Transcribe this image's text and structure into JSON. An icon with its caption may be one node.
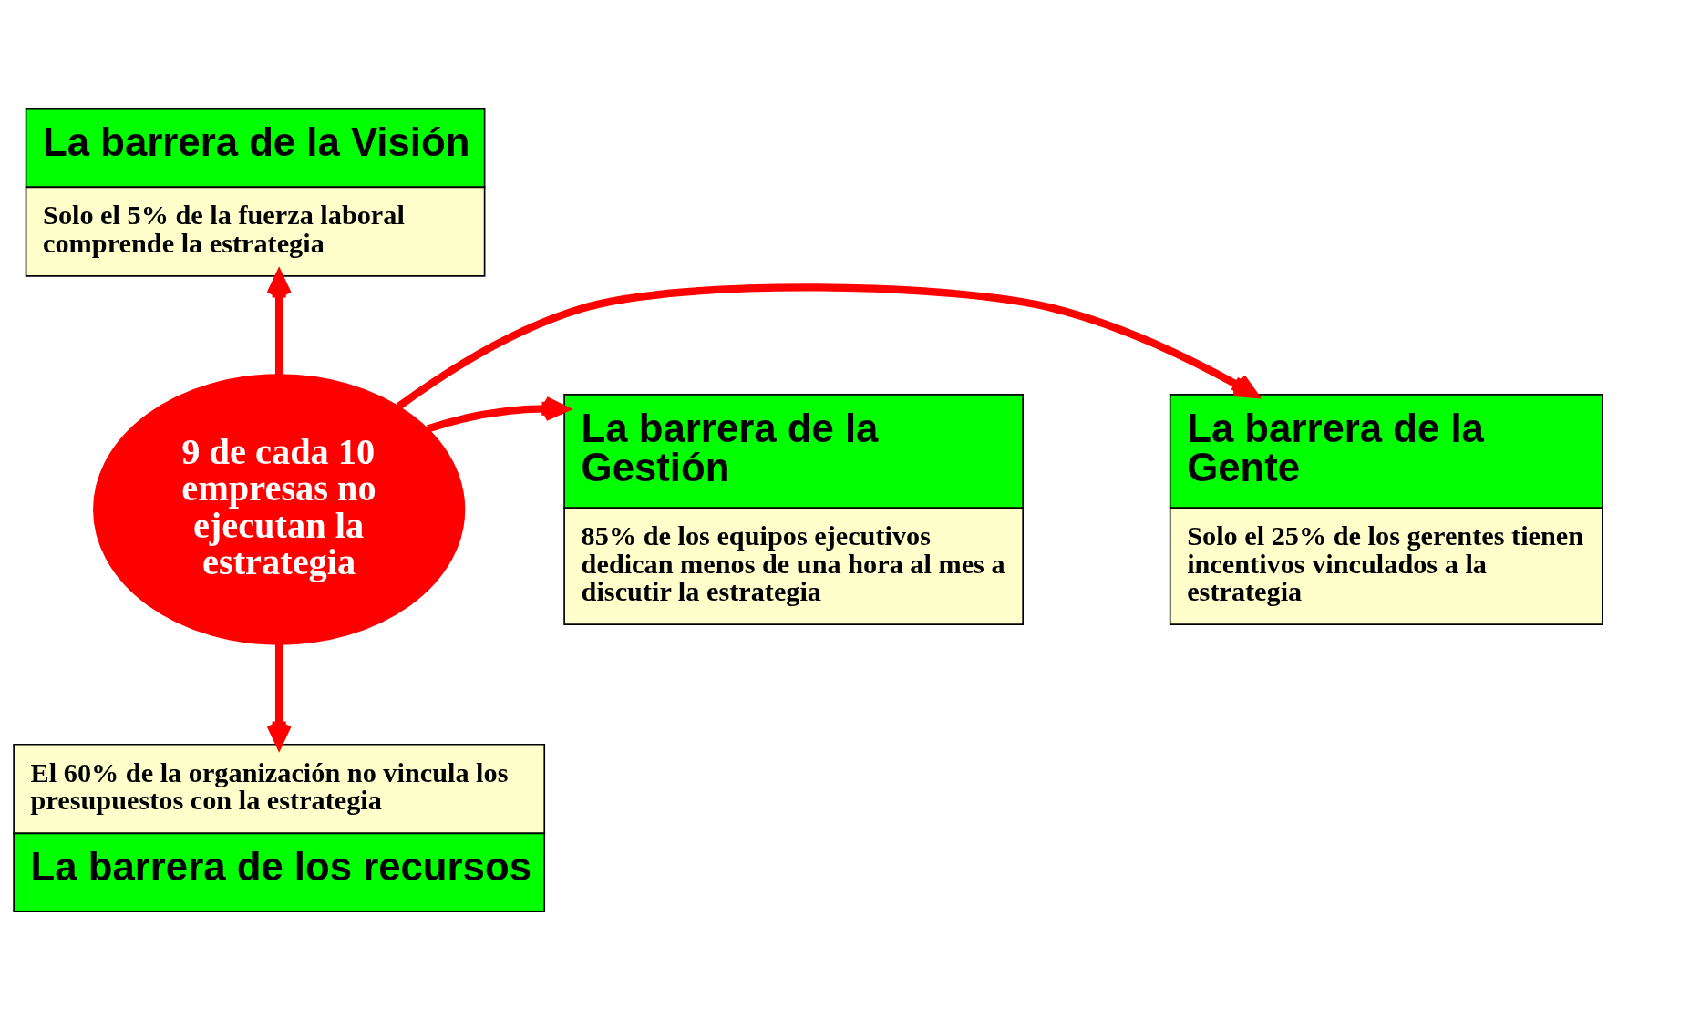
{
  "diagram": {
    "nodes": [
      {
        "text": [
          "9 de cada 10 empresas no ejecutan la estrategia"
        ]
      },
      {
        "text": [
          "La barrera de la Visión",
          "Solo el 5% de la fuerza laboral comprende la estrategia"
        ]
      },
      {
        "text": [
          "La barrera de la Gente",
          "Solo el 25% de los gerentes tienen incentivos vinculados a la estrategia"
        ]
      },
      {
        "text": [
          "La barrera de la Gestión",
          "85% de los equipos ejecutivos dedican menos de una hora al mes a discutir la estrategia"
        ]
      },
      {
        "text": [
          "El 60% de la organización no vincula los presupuestos con la estrategia",
          "La barrera de los recursos"
        ]
      }
    ],
    "edges": [
      {
        "from": 0,
        "to": 1,
        "arrow": "to"
      },
      {
        "from": 0,
        "to": 2,
        "arrow": "to"
      },
      {
        "from": 0,
        "to": 3,
        "arrow": "to"
      },
      {
        "from": 0,
        "to": 4,
        "arrow": "to"
      }
    ]
  }
}
